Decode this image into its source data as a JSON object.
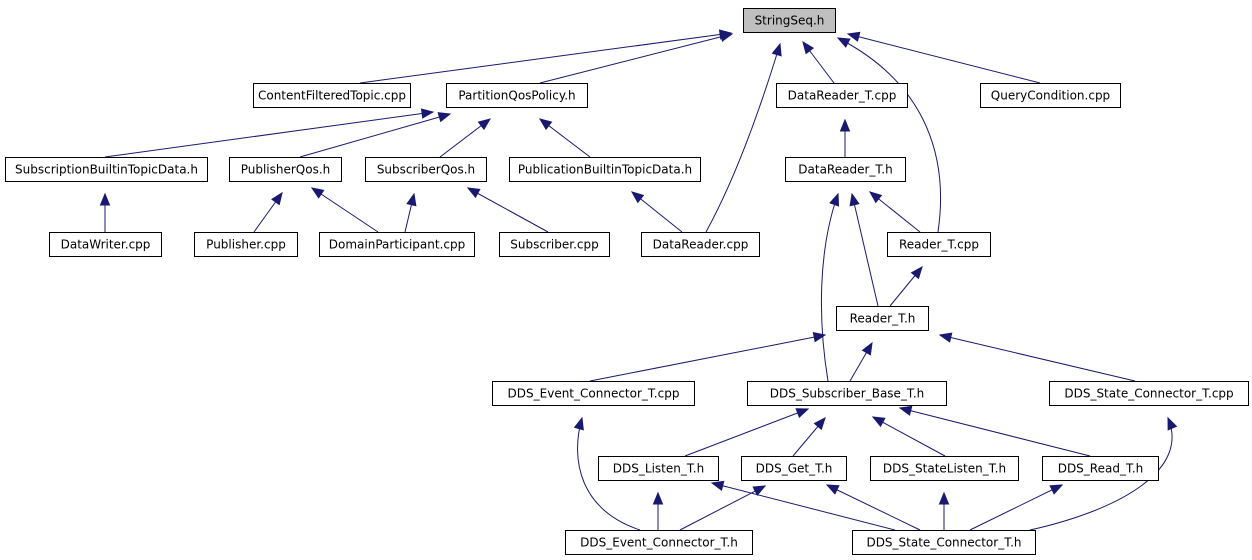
{
  "diagram": {
    "nodes": [
      {
        "id": "stringseq",
        "label": "StringSeq.h",
        "root": true
      },
      {
        "id": "contentfiltered",
        "label": "ContentFilteredTopic.cpp"
      },
      {
        "id": "partitionqos",
        "label": "PartitionQosPolicy.h"
      },
      {
        "id": "datareader_t_cpp",
        "label": "DataReader_T.cpp"
      },
      {
        "id": "querycondition",
        "label": "QueryCondition.cpp"
      },
      {
        "id": "subscriptionbuiltin",
        "label": "SubscriptionBuiltinTopicData.h"
      },
      {
        "id": "publisherqos",
        "label": "PublisherQos.h"
      },
      {
        "id": "subscriberqos",
        "label": "SubscriberQos.h"
      },
      {
        "id": "publicationbuiltin",
        "label": "PublicationBuiltinTopicData.h"
      },
      {
        "id": "datareader_t_h",
        "label": "DataReader_T.h"
      },
      {
        "id": "datawriter",
        "label": "DataWriter.cpp"
      },
      {
        "id": "publisher",
        "label": "Publisher.cpp"
      },
      {
        "id": "domainparticipant",
        "label": "DomainParticipant.cpp"
      },
      {
        "id": "subscriber",
        "label": "Subscriber.cpp"
      },
      {
        "id": "datareader_cpp",
        "label": "DataReader.cpp"
      },
      {
        "id": "reader_t_cpp",
        "label": "Reader_T.cpp"
      },
      {
        "id": "reader_t_h",
        "label": "Reader_T.h"
      },
      {
        "id": "event_connector_cpp",
        "label": "DDS_Event_Connector_T.cpp"
      },
      {
        "id": "subscriber_base",
        "label": "DDS_Subscriber_Base_T.h"
      },
      {
        "id": "state_connector_cpp",
        "label": "DDS_State_Connector_T.cpp"
      },
      {
        "id": "listen",
        "label": "DDS_Listen_T.h"
      },
      {
        "id": "get",
        "label": "DDS_Get_T.h"
      },
      {
        "id": "statelisten",
        "label": "DDS_StateListen_T.h"
      },
      {
        "id": "read",
        "label": "DDS_Read_T.h"
      },
      {
        "id": "event_connector_h",
        "label": "DDS_Event_Connector_T.h"
      },
      {
        "id": "state_connector_h",
        "label": "DDS_State_Connector_T.h"
      }
    ],
    "edges": [
      {
        "from": "contentfiltered",
        "to": "stringseq"
      },
      {
        "from": "partitionqos",
        "to": "stringseq"
      },
      {
        "from": "datareader_cpp",
        "to": "stringseq"
      },
      {
        "from": "datareader_t_cpp",
        "to": "stringseq"
      },
      {
        "from": "reader_t_cpp",
        "to": "stringseq"
      },
      {
        "from": "querycondition",
        "to": "stringseq"
      },
      {
        "from": "subscriptionbuiltin",
        "to": "partitionqos"
      },
      {
        "from": "publisherqos",
        "to": "partitionqos"
      },
      {
        "from": "subscriberqos",
        "to": "partitionqos"
      },
      {
        "from": "publicationbuiltin",
        "to": "partitionqos"
      },
      {
        "from": "datawriter",
        "to": "subscriptionbuiltin"
      },
      {
        "from": "publisher",
        "to": "publisherqos"
      },
      {
        "from": "domainparticipant",
        "to": "publisherqos"
      },
      {
        "from": "domainparticipant",
        "to": "subscriberqos"
      },
      {
        "from": "subscriber",
        "to": "subscriberqos"
      },
      {
        "from": "datareader_cpp",
        "to": "publicationbuiltin"
      },
      {
        "from": "datareader_t_h",
        "to": "datareader_t_cpp"
      },
      {
        "from": "reader_t_cpp",
        "to": "datareader_t_h"
      },
      {
        "from": "reader_t_h",
        "to": "datareader_t_h"
      },
      {
        "from": "subscriber_base",
        "to": "datareader_t_h"
      },
      {
        "from": "reader_t_h",
        "to": "reader_t_cpp"
      },
      {
        "from": "event_connector_cpp",
        "to": "reader_t_h"
      },
      {
        "from": "subscriber_base",
        "to": "reader_t_h"
      },
      {
        "from": "state_connector_cpp",
        "to": "reader_t_h"
      },
      {
        "from": "listen",
        "to": "subscriber_base"
      },
      {
        "from": "get",
        "to": "subscriber_base"
      },
      {
        "from": "statelisten",
        "to": "subscriber_base"
      },
      {
        "from": "read",
        "to": "subscriber_base"
      },
      {
        "from": "event_connector_h",
        "to": "event_connector_cpp"
      },
      {
        "from": "state_connector_h",
        "to": "state_connector_cpp"
      },
      {
        "from": "event_connector_h",
        "to": "listen"
      },
      {
        "from": "event_connector_h",
        "to": "get"
      },
      {
        "from": "state_connector_h",
        "to": "listen"
      },
      {
        "from": "state_connector_h",
        "to": "get"
      },
      {
        "from": "state_connector_h",
        "to": "statelisten"
      },
      {
        "from": "state_connector_h",
        "to": "read"
      }
    ],
    "colors": {
      "edge": "#191970",
      "root_fill": "#bfbfbf",
      "node_fill": "#ffffff",
      "node_border": "#000000"
    }
  }
}
